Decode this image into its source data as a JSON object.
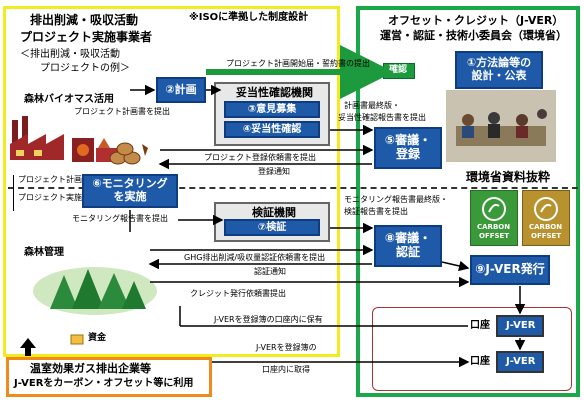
{
  "header_note": "※ISOに準拠した制度設計",
  "left_panel": {
    "title_line1": "排出削減・吸収活動",
    "title_line2": "プロジェクト実施事業者",
    "subtitle_line1": "＜排出削減・吸収活動",
    "subtitle_line2": "プロジェクトの例＞",
    "example_forest_biomass": "森林バイオマス活用",
    "example_forest_management": "森林管理"
  },
  "right_panel": {
    "title_line1": "オフセット・クレジット（J-VER）",
    "title_line2": "運営・認証・技術小委員会（環境省）",
    "badge_title": "環境省資料抜粋",
    "logo1_text_line1": "CARBON",
    "logo1_text_line2": "OFFSET",
    "logo2_text_line1": "CARBON",
    "logo2_text_line2": "OFFSET"
  },
  "boxes": {
    "step1_line1": "①方法論等の",
    "step1_line2": "設計・公表",
    "step2": "②計画",
    "validation_body": "妥当性確認機関",
    "step3": "③意見募集",
    "step4": "④妥当性確認",
    "step5_line1": "⑤審議・",
    "step5_line2": "登録",
    "step6_line1": "⑥モニタリング",
    "step6_line2": "を実施",
    "verification_body": "検証機関",
    "step7": "⑦検証",
    "step8_line1": "⑧審議・",
    "step8_line2": "認証",
    "step9": "⑨J-VER発行",
    "confirm": "確認",
    "account1_label": "口座",
    "account1_jver": "J-VER",
    "account2_label": "口座",
    "account2_jver": "J-VER"
  },
  "arrows": {
    "plan_start_notice": "プロジェクト計画開始届・誓約書の提出",
    "plan_submit": "プロジェクト計画書を提出",
    "plan_final": "計画書最終版・",
    "validation_report": "妥当性確認報告書を提出",
    "registration_request": "プロジェクト登録依頼書を提出",
    "registration_notice": "登録通知",
    "project_plan": "プロジェクト計画",
    "project_implement": "プロジェクト実施",
    "monitoring_report_submit": "モニタリング報告書を提出",
    "monitoring_final": "モニタリング報告書最終版・",
    "verification_report": "検証報告書を提出",
    "ghg_request": "GHG排出削減/吸収量認証依頼書を提出",
    "cert_notice": "認証通知",
    "credit_request": "クレジット発行依頼書提出",
    "hold_in_registry": "J-VERを登録簿の口座内に保有",
    "acquire_in_registry_line1": "J-VERを登録簿の",
    "acquire_in_registry_line2": "口座内に取得",
    "funding": "資金"
  },
  "bottom_left": {
    "line1": "温室効果ガス排出企業等",
    "line2": "J-VERをカーボン・オフセット等に利用"
  }
}
